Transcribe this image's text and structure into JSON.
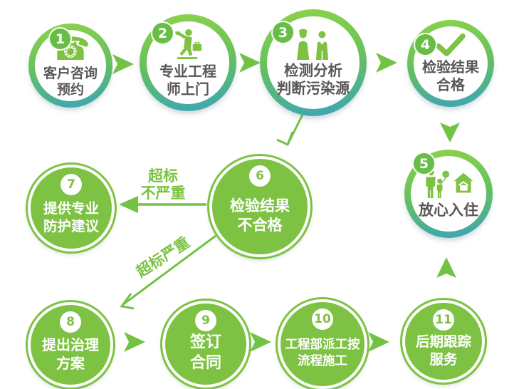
{
  "colors": {
    "green": "#7dc243",
    "ring_gradient_top": "#8ed34a",
    "ring_gradient_bottom": "#3ba4b9",
    "arrow_green": "#72c244",
    "text_dark": "#595757",
    "white": "#ffffff"
  },
  "steps": [
    {
      "num": "1",
      "line1": "客户咨询",
      "line2": "预约",
      "icon": "phone-icon"
    },
    {
      "num": "2",
      "line1": "专业工程",
      "line2": "师上门",
      "icon": "engineer-icon"
    },
    {
      "num": "3",
      "line1": "检测分析",
      "line2": "判断污染源",
      "icon": "inspectors-icon"
    },
    {
      "num": "4",
      "line1": "检验结果",
      "line2": "合格",
      "icon": "checkmark-icon"
    },
    {
      "num": "5",
      "line1": "放心入住",
      "line2": "",
      "icon": "family-home-icon"
    },
    {
      "num": "6",
      "line1": "检验结果",
      "line2": "不合格",
      "icon": ""
    },
    {
      "num": "7",
      "line1": "提供专业",
      "line2": "防护建议",
      "icon": ""
    },
    {
      "num": "8",
      "line1": "提出治理",
      "line2": "方案",
      "icon": ""
    },
    {
      "num": "9",
      "line1": "签订",
      "line2": "合同",
      "icon": ""
    },
    {
      "num": "10",
      "line1": "工程部派工按",
      "line2": "流程施工",
      "icon": ""
    },
    {
      "num": "11",
      "line1": "后期跟踪",
      "line2": "服务",
      "icon": ""
    }
  ],
  "edge_labels": {
    "minor_line1": "超标",
    "minor_line2": "不严重",
    "severe": "超标严重"
  }
}
